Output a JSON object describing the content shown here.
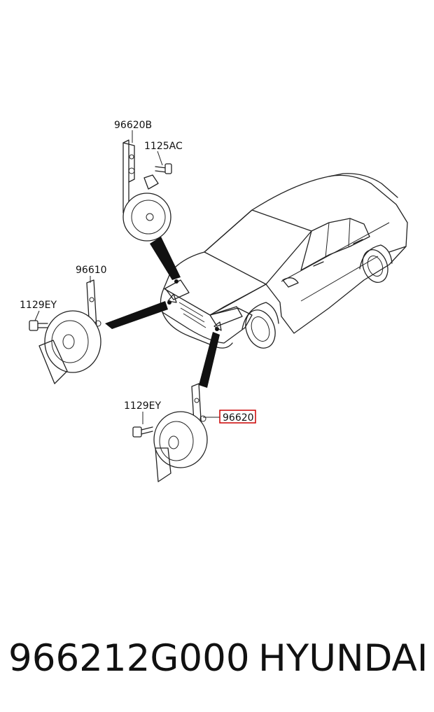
{
  "labels": {
    "bracket_hi": "96620B",
    "bolt_hi": "1125AC",
    "horn_left": "96610",
    "bolt_left": "1129EY",
    "bolt_low": "1129EY",
    "highlighted": "96620"
  },
  "colors": {
    "highlight": "#cc0000",
    "ink": "#111111"
  },
  "footer": {
    "part_number": "966212G000",
    "brand": "HYUNDAI"
  }
}
